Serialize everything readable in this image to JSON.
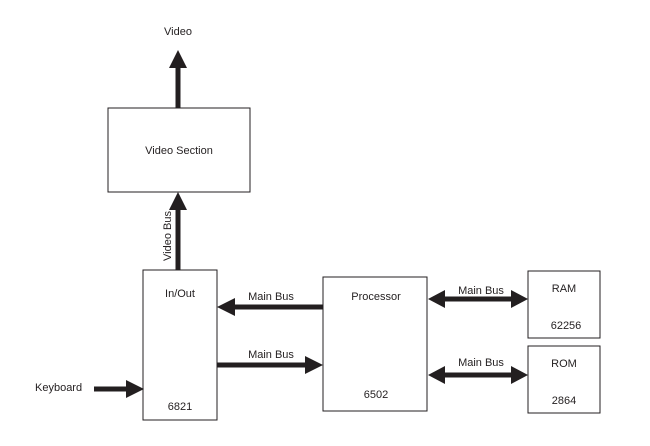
{
  "blocks": {
    "video_section": {
      "title": "Video Section"
    },
    "in_out": {
      "title": "In/Out",
      "part": "6821"
    },
    "processor": {
      "title": "Processor",
      "part": "6502"
    },
    "ram": {
      "title": "RAM",
      "part": "62256"
    },
    "rom": {
      "title": "ROM",
      "part": "2864"
    }
  },
  "signals": {
    "video_out": "Video",
    "video_bus": "Video Bus",
    "keyboard": "Keyboard",
    "main_bus_to_io": "Main Bus",
    "main_bus_to_cpu": "Main Bus",
    "main_bus_ram": "Main Bus",
    "main_bus_rom": "Main Bus"
  },
  "colors": {
    "ink": "#231f20",
    "background": "#ffffff"
  }
}
